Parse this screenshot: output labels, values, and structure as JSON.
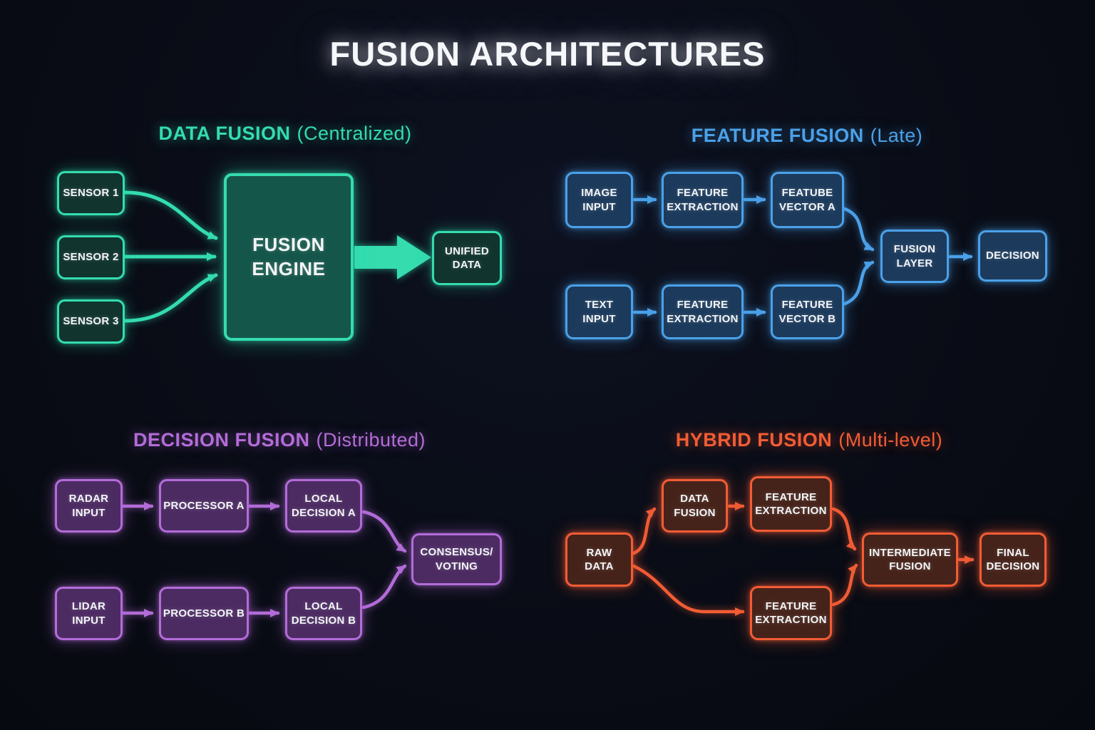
{
  "title": "FUSION ARCHITECTURES",
  "colors": {
    "teal": "#34dcae",
    "teal_fill": "#11342e",
    "teal_engine_fill": "#15564a",
    "blue": "#4ba1e8",
    "blue_fill": "#1c3a5c",
    "purple": "#b36cd8",
    "purple_fill": "#4c2b62",
    "orange": "#f25c35",
    "orange_fill": "#46231a",
    "background": "#090c15",
    "text": "#f3f6f8"
  },
  "quadrants": {
    "data_fusion": {
      "heading": "DATA FUSION",
      "heading_qualifier": "(Centralized)",
      "nodes": {
        "sensor1": "SENSOR 1",
        "sensor2": "SENSOR 2",
        "sensor3": "SENSOR 3",
        "fusion_engine": "FUSION\nENGINE",
        "unified_data": "UNIFIED\nDATA"
      }
    },
    "feature_fusion": {
      "heading": "FEATURE FUSION",
      "heading_qualifier": "(Late)",
      "nodes": {
        "image_input": "IMAGE\nINPUT",
        "feature_extraction_a": "FEATURE\nEXTRACTION",
        "feature_vector_a": "FEATUBE\nVECTOR A",
        "text_input": "TEXT\nINPUT",
        "feature_extraction_b": "FEATURE\nEXTRACTION",
        "feature_vector_b": "FEATURE\nVECTOR B",
        "fusion_layer": "FUSION\nLAYER",
        "decision": "DECISION"
      }
    },
    "decision_fusion": {
      "heading": "DECISION FUSION",
      "heading_qualifier": "(Distributed)",
      "nodes": {
        "radar_input": "RADAR\nINPUT",
        "processor_a": "PROCESSOR A",
        "local_decision_a": "LOCAL\nDECISION A",
        "lidar_input": "LIDAR\nINPUT",
        "processor_b": "PROCESSOR B",
        "local_decision_b": "LOCAL\nDECISION B",
        "consensus_voting": "CONSENSUS/\nVOTING"
      }
    },
    "hybrid_fusion": {
      "heading": "HYBRID FUSION",
      "heading_qualifier": "(Multi-level)",
      "nodes": {
        "raw_data": "RAW\nDATA",
        "data_fusion": "DATA\nFUSION",
        "feature_extraction_top": "FEATURE\nEXTRACTION",
        "feature_extraction_bottom": "FEATURE\nEXTRACTION",
        "intermediate_fusion": "INTERMEDIATE\nFUSION",
        "final_decision": "FINAL\nDECISION"
      }
    }
  }
}
